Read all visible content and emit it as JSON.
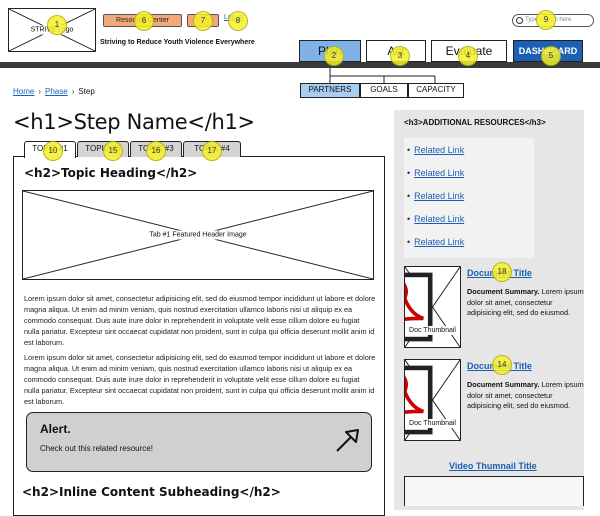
{
  "header": {
    "logo_text": "STRIVE Logo",
    "resource_center": "Resource Center",
    "small_button": "",
    "login": "Log In",
    "tagline": "Striving to Reduce Youth Violence Everywhere",
    "search_placeholder": "Type search here"
  },
  "nav": {
    "items": [
      "Plan",
      "Act",
      "Evaluate"
    ],
    "dashboard": "DASHBOARD"
  },
  "subnav": [
    "PARTNERS",
    "GOALS",
    "CAPACITY"
  ],
  "breadcrumb": [
    "Home",
    "Phase",
    "Step"
  ],
  "page_title": "<h1>Step Name</h1>",
  "tabs": [
    "TOPIC #1",
    "TOPIC #2",
    "TOPIC #3",
    "TOPIC #4"
  ],
  "content": {
    "heading": "<h2>Topic Heading</h2>",
    "hero_caption": "Tab #1 Featured Header Image",
    "para1": "Lorem ipsum dolor sit amet, consectetur adipisicing elit, sed do eiusmod tempor incididunt ut labore et dolore magna aliqua. Ut enim ad minim veniam, quis nostrud exercitation ullamco laboris nisi ut aliquip ex ea commodo consequat. Duis aute irure dolor in reprehenderit in voluptate velit esse cillum dolore eu fugiat nulla pariatur. Excepteur sint occaecat cupidatat non proident, sunt in culpa qui officia deserunt mollit anim id est laborum.",
    "para2": "Lorem ipsum dolor sit amet, consectetur adipisicing elit, sed do eiusmod tempor incididunt ut labore et dolore magna aliqua. Ut enim ad minim veniam, quis nostrud exercitation ullamco laboris nisi ut aliquip ex ea commodo consequat. Duis aute irure dolor in reprehenderit in voluptate velit esse cillum dolore eu fugiat nulla pariatur. Excepteur sint occaecat cupidatat non proident, sunt in culpa qui officia deserunt mollit anim id est laborum.",
    "alert_title": "Alert.",
    "alert_text": "Check out this related resource!",
    "inline_heading": "<h2>Inline Content Subheading</h2>"
  },
  "sidebar": {
    "heading": "<h3>ADDITIONAL RESOURCES</h3>",
    "links": [
      "Related Link",
      "Related Link",
      "Related Link",
      "Related Link",
      "Related Link"
    ],
    "docs": [
      {
        "thumb": "Doc Thumbnail",
        "title": "Document Title",
        "summary_label": "Document Summary.",
        "summary": "Lorem ipsum dolor sit amet, consectetur adipisicing elit, sed do eiusmod."
      },
      {
        "thumb": "Doc Thumbnail",
        "title": "Document Title",
        "summary_label": "Document Summary.",
        "summary": "Lorem ipsum dolor sit amet, consectetur adipisicing elit, sed do eiusmod."
      }
    ],
    "video_title": "Video Thumnail Title"
  },
  "markers": [
    "1",
    "6",
    "7",
    "8",
    "9",
    "2",
    "3",
    "4",
    "5",
    "10",
    "15",
    "16",
    "17",
    "18",
    "14"
  ],
  "colors": {
    "link": "#1a5fb4",
    "orange_button": "#f4a97a",
    "active_nav": "#7fb2e5",
    "dashboard": "#1c5fb5",
    "marker": "#f5f028"
  }
}
